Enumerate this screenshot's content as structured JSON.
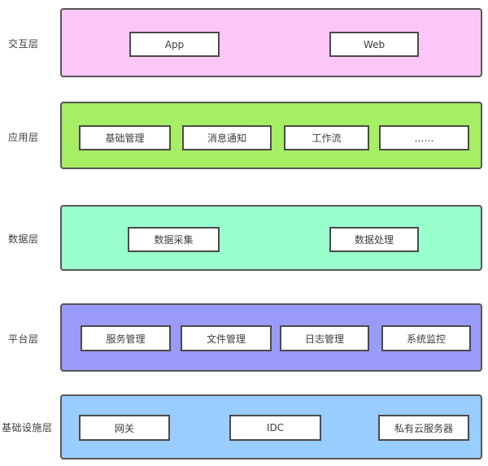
{
  "diagram": {
    "background": "#ffffff",
    "band_border_color": "#565656",
    "node_border_color": "#4a4a4a",
    "text_color": "#3d3d3d"
  },
  "layers": [
    {
      "label": "交互层",
      "color": "#fcc7f7",
      "boxes": [
        {
          "label": "App"
        },
        {
          "label": "Web"
        }
      ]
    },
    {
      "label": "应用层",
      "color": "#a6ee63",
      "boxes": [
        {
          "label": "基础管理"
        },
        {
          "label": "消息通知"
        },
        {
          "label": "工作流"
        },
        {
          "label": "……"
        }
      ]
    },
    {
      "label": "数据层",
      "color": "#99ffcc",
      "boxes": [
        {
          "label": "数据采集"
        },
        {
          "label": "数据处理"
        }
      ]
    },
    {
      "label": "平台层",
      "color": "#9a9af8",
      "boxes": [
        {
          "label": "服务管理"
        },
        {
          "label": "文件管理"
        },
        {
          "label": "日志管理"
        },
        {
          "label": "系统监控"
        }
      ]
    },
    {
      "label": "基础设施层",
      "color": "#99ccff",
      "boxes": [
        {
          "label": "网关"
        },
        {
          "label": "IDC"
        },
        {
          "label": "私有云服务器"
        }
      ]
    }
  ]
}
